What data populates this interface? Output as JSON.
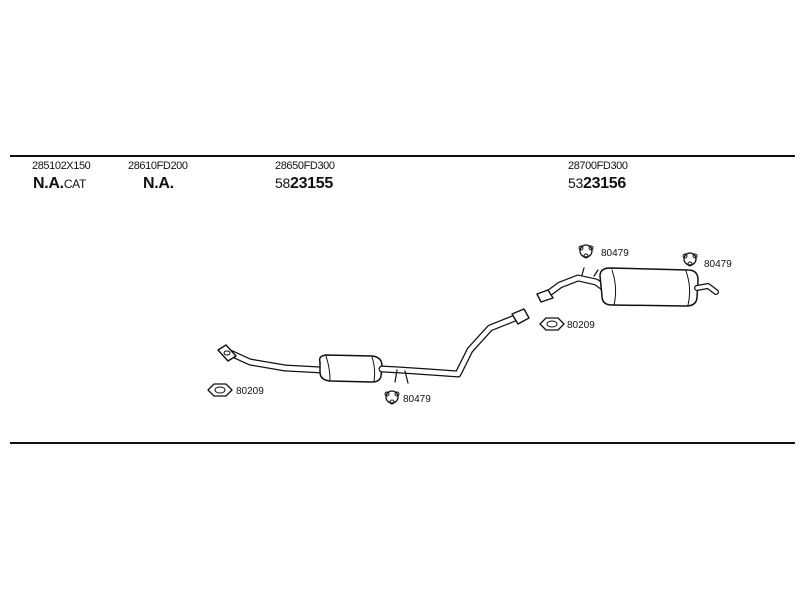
{
  "header": {
    "parts": [
      {
        "number": "285102X150",
        "desc_main": "N.A.",
        "desc_sub": "CAT"
      },
      {
        "number": "28610FD200",
        "desc_main": "N.A."
      },
      {
        "number": "28650FD300",
        "ref_prefix": "58",
        "ref_main": "23155"
      },
      {
        "number": "28700FD300",
        "ref_prefix": "53",
        "ref_main": "23156"
      }
    ]
  },
  "callouts": {
    "gasket_front": "80209",
    "hanger_middle": "80479",
    "gasket_rear": "80209",
    "hanger_rear_left": "80479",
    "hanger_rear_right": "80479"
  },
  "colors": {
    "line": "#111111",
    "pipe_fill": "#ffffff"
  }
}
